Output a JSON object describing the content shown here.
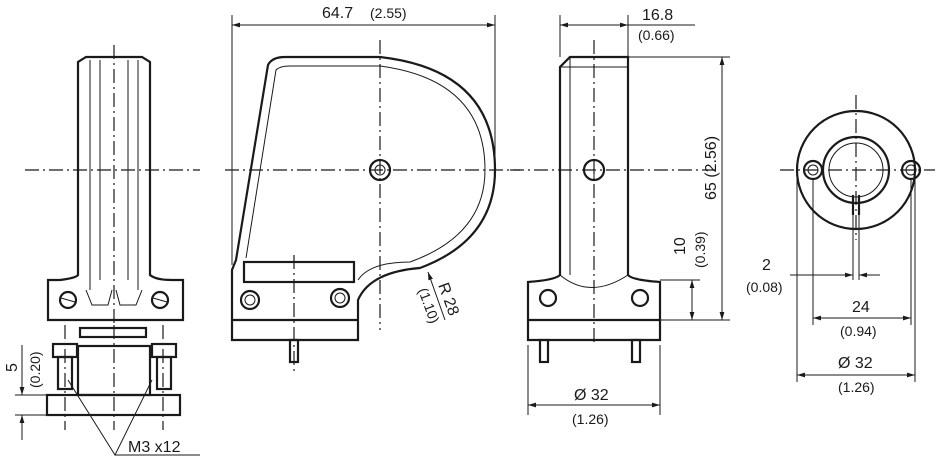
{
  "dimensions": {
    "width": {
      "mm": "64.7",
      "in": "(2.55)"
    },
    "depth": {
      "mm": "16.8",
      "in": "(0.66)"
    },
    "height": {
      "mm": "65 (2.56)"
    },
    "base_height": {
      "mm": "10",
      "in": "(0.39)"
    },
    "radius": {
      "mm": "R 28",
      "in": "(1.10)"
    },
    "slot": {
      "mm": "2",
      "in": "(0.08)"
    },
    "hole_spacing": {
      "mm": "24",
      "in": "(0.94)"
    },
    "diameter_side": {
      "mm": "Ø 32",
      "in": "(1.26)"
    },
    "diameter_top": {
      "mm": "Ø 32",
      "in": "(1.26)"
    },
    "plate": {
      "mm": "5",
      "in": "(0.20)"
    },
    "screws": "M3 x12"
  }
}
